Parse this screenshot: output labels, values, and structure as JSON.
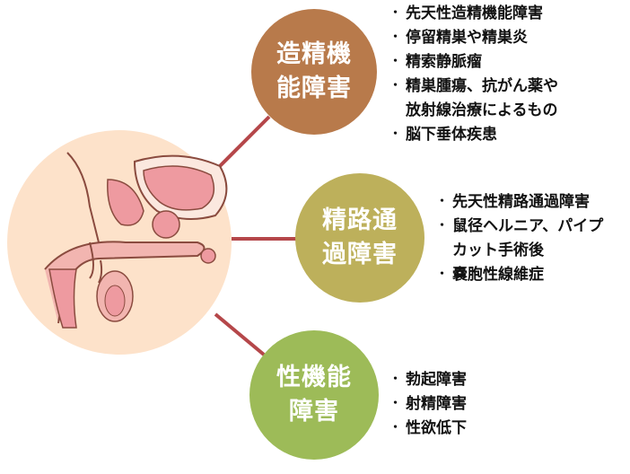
{
  "colors": {
    "dysfunction": "#b87a4b",
    "obstruction": "#bdb05b",
    "sexual": "#9dbb58",
    "connector": "#b5474a",
    "anatomy_bg": "#fde2ca"
  },
  "categories": [
    {
      "title_lines": [
        "造精機",
        "能障害"
      ],
      "items": [
        [
          "先天性造精機能障害"
        ],
        [
          "停留精巣や精巣炎"
        ],
        [
          "精索静脈瘤"
        ],
        [
          "精巣腫瘍、抗がん薬や",
          "放射線治療によるもの"
        ],
        [
          "脳下垂体疾患"
        ]
      ]
    },
    {
      "title_lines": [
        "精路通",
        "過障害"
      ],
      "items": [
        [
          "先天性精路通過障害"
        ],
        [
          "鼠径ヘルニア、パイプ",
          "カット手術後"
        ],
        [
          "嚢胞性線維症"
        ]
      ]
    },
    {
      "title_lines": [
        "性機能",
        "障害"
      ],
      "items": [
        [
          "勃起障害"
        ],
        [
          "射精障害"
        ],
        [
          "性欲低下"
        ]
      ]
    }
  ]
}
